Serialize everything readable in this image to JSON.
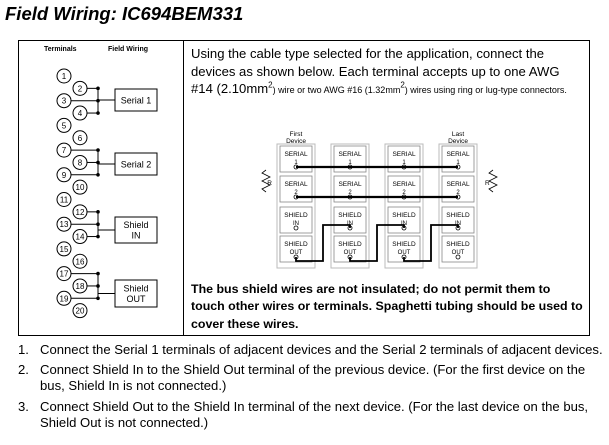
{
  "title": "Field Wiring:  IC694BEM331",
  "wiring_diagram": {
    "col_terminals": "Terminals",
    "col_field_wiring": "Field Wiring",
    "terminals": [
      "1",
      "2",
      "3",
      "4",
      "5",
      "6",
      "7",
      "8",
      "9",
      "10",
      "11",
      "12",
      "13",
      "14",
      "15",
      "16",
      "17",
      "18",
      "19",
      "20"
    ],
    "groups": [
      {
        "label": [
          "Serial 1"
        ]
      },
      {
        "label": [
          "Serial 2"
        ]
      },
      {
        "label": [
          "Shield",
          "IN"
        ]
      },
      {
        "label": [
          "Shield",
          "OUT"
        ]
      }
    ]
  },
  "intro": {
    "line1": "Using the cable type selected for the application, connect the devices as shown below. Each terminal accepts up to one AWG #14 (2.10mm",
    "sup1": "2",
    "mid": ") wire or two AWG #16 (1.32mm",
    "sup2": "2",
    "end": ") wires using ring or lug-type connectors."
  },
  "device_diagram": {
    "first_label": [
      "First",
      "Device"
    ],
    "last_label": [
      "Last",
      "Device"
    ],
    "serial": "SERIAL",
    "num1": "1",
    "num2": "2",
    "r_label": "R",
    "shield": "SHIELD",
    "in": "IN",
    "out": "OUT",
    "devices": 4
  },
  "note": "The bus shield wires are not insulated; do not permit them to touch other wires or terminals. Spaghetti tubing should be used to cover these wires.",
  "steps": [
    {
      "num": "1.",
      "text": "Connect the Serial 1 terminals of adjacent devices and the Serial 2 terminals of adjacent devices."
    },
    {
      "num": "2.",
      "text": "Connect Shield In to the Shield Out terminal of the previous device. (For the first device on the bus, Shield In is not connected.)"
    },
    {
      "num": "3.",
      "text": "Connect Shield Out to the Shield In terminal of the next device. (For the last device on the bus, Shield Out is not connected.)"
    }
  ]
}
